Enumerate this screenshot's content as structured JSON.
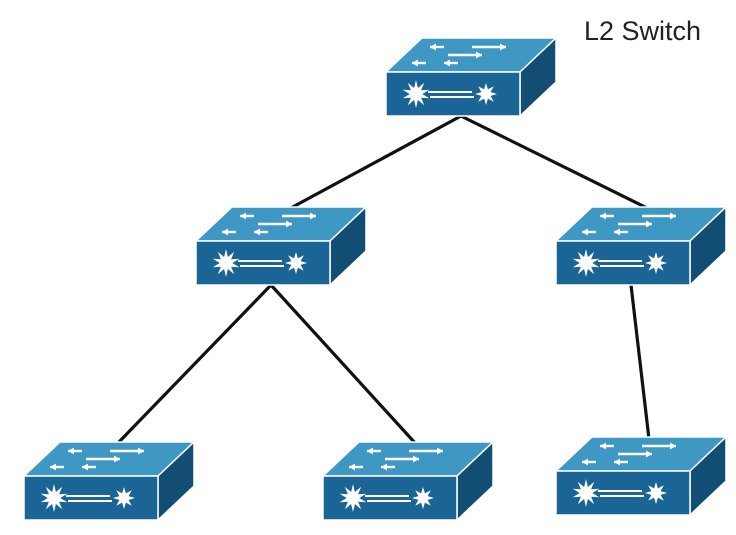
{
  "diagram": {
    "label": "L2 Switch",
    "colors": {
      "switch_top": "#3f97c4",
      "switch_front": "#1a6596",
      "switch_side": "#124e74",
      "edge": "#ffffff",
      "link": "#111111",
      "arrow": "#ffffff"
    },
    "nodes": [
      {
        "id": "root",
        "icon": "switch-icon"
      },
      {
        "id": "mid-left",
        "icon": "switch-icon"
      },
      {
        "id": "mid-right",
        "icon": "switch-icon"
      },
      {
        "id": "leaf-1",
        "icon": "switch-icon"
      },
      {
        "id": "leaf-2",
        "icon": "switch-icon"
      },
      {
        "id": "leaf-3",
        "icon": "switch-icon"
      }
    ],
    "links": [
      {
        "from": "root",
        "to": "mid-left"
      },
      {
        "from": "root",
        "to": "mid-right"
      },
      {
        "from": "mid-left",
        "to": "leaf-1"
      },
      {
        "from": "mid-left",
        "to": "leaf-2"
      },
      {
        "from": "mid-right",
        "to": "leaf-3"
      }
    ]
  }
}
